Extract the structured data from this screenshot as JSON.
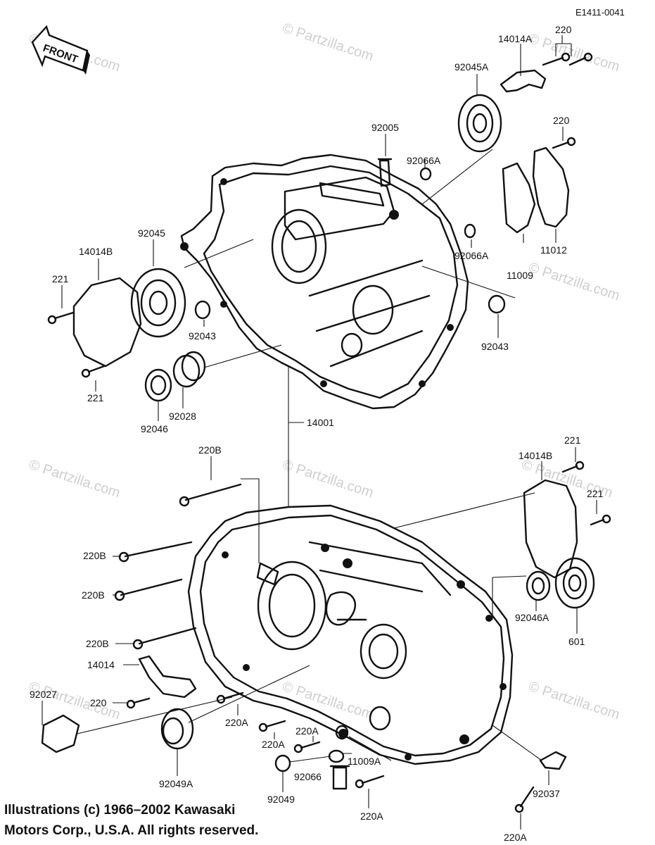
{
  "diagram_code": "E1411-0041",
  "front_label": "FRONT",
  "watermark": "© Partzilla.com",
  "copyright": {
    "line1": "Illustrations (c) 1966–2002 Kawasaki",
    "line2": "Motors Corp., U.S.A.  All rights reserved."
  },
  "labels": {
    "p14014A": "14014A",
    "p220_top": "220",
    "p92045A": "92045A",
    "p92005": "92005",
    "p92066A_1": "92066A",
    "p220_cover": "220",
    "p11012": "11012",
    "p11009": "11009",
    "p92066A_2": "92066A",
    "p92043_r": "92043",
    "p92045": "92045",
    "p14014B_l": "14014B",
    "p221_l1": "221",
    "p221_l2": "221",
    "p92043_l": "92043",
    "p92028": "92028",
    "p92046": "92046",
    "p14001": "14001",
    "p220B_top": "220B",
    "p220B_1": "220B",
    "p220B_2": "220B",
    "p220B_3": "220B",
    "p14014": "14014",
    "p92027": "92027",
    "p220_l": "220",
    "p220A_1": "220A",
    "p220A_2": "220A",
    "p220A_3": "220A",
    "p11009A": "11009A",
    "p92049A": "92049A",
    "p92049": "92049",
    "p92066": "92066",
    "p220A_4": "220A",
    "p14014B_r": "14014B",
    "p221_r1": "221",
    "p221_r2": "221",
    "p92046A": "92046A",
    "p601": "601",
    "p92037": "92037",
    "p220A_5": "220A"
  }
}
